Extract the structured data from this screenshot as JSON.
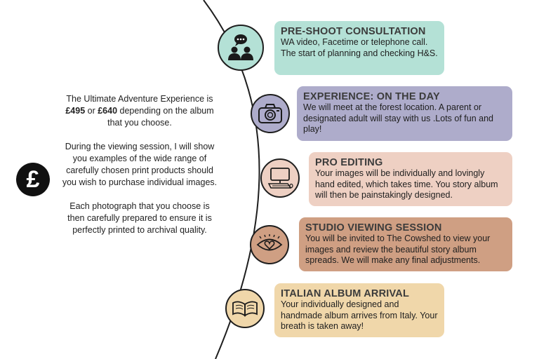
{
  "intro": {
    "price_line_pre": "The Ultimate Adventure Experience is",
    "price_a": "£495",
    "price_or": " or ",
    "price_b": "£640",
    "price_line_post": " depending on the album that you choose.",
    "viewing_text": "During the viewing session, I will show you examples of the wide range of carefully chosen print products should you wish to purchase individual images.",
    "print_text": "Each photograph that you choose is then carefully prepared to ensure it is perfectly printed to archival quality."
  },
  "pound_symbol": "£",
  "steps": [
    {
      "icon": "chat-people-icon",
      "color": "#b4e1d6",
      "title": "PRE-SHOOT CONSULTATION",
      "body": "WA video, Facetime or telephone call. The start of planning and checking H&S."
    },
    {
      "icon": "camera-icon",
      "color": "#aeaccb",
      "title": "EXPERIENCE: ON THE DAY",
      "body": "We will meet at the forest location. A parent or designated adult will stay with us .Lots of fun and play!"
    },
    {
      "icon": "computer-icon",
      "color": "#eed0c3",
      "title": "PRO EDITING",
      "body": "Your images will be individually and lovingly hand edited, which takes time. You story album will then be painstakingly designed."
    },
    {
      "icon": "eye-heart-icon",
      "color": "#cf9f83",
      "title": "STUDIO VIEWING SESSION",
      "body": "You will be invited to The Cowshed to view your images and review the beautiful story album spreads. We will make  any final adjustments."
    },
    {
      "icon": "open-book-icon",
      "color": "#f0d7aa",
      "title": "ITALIAN ALBUM ARRIVAL",
      "body": "Your individually designed and handmade album arrives from Italy. Your breath is taken away!"
    }
  ]
}
